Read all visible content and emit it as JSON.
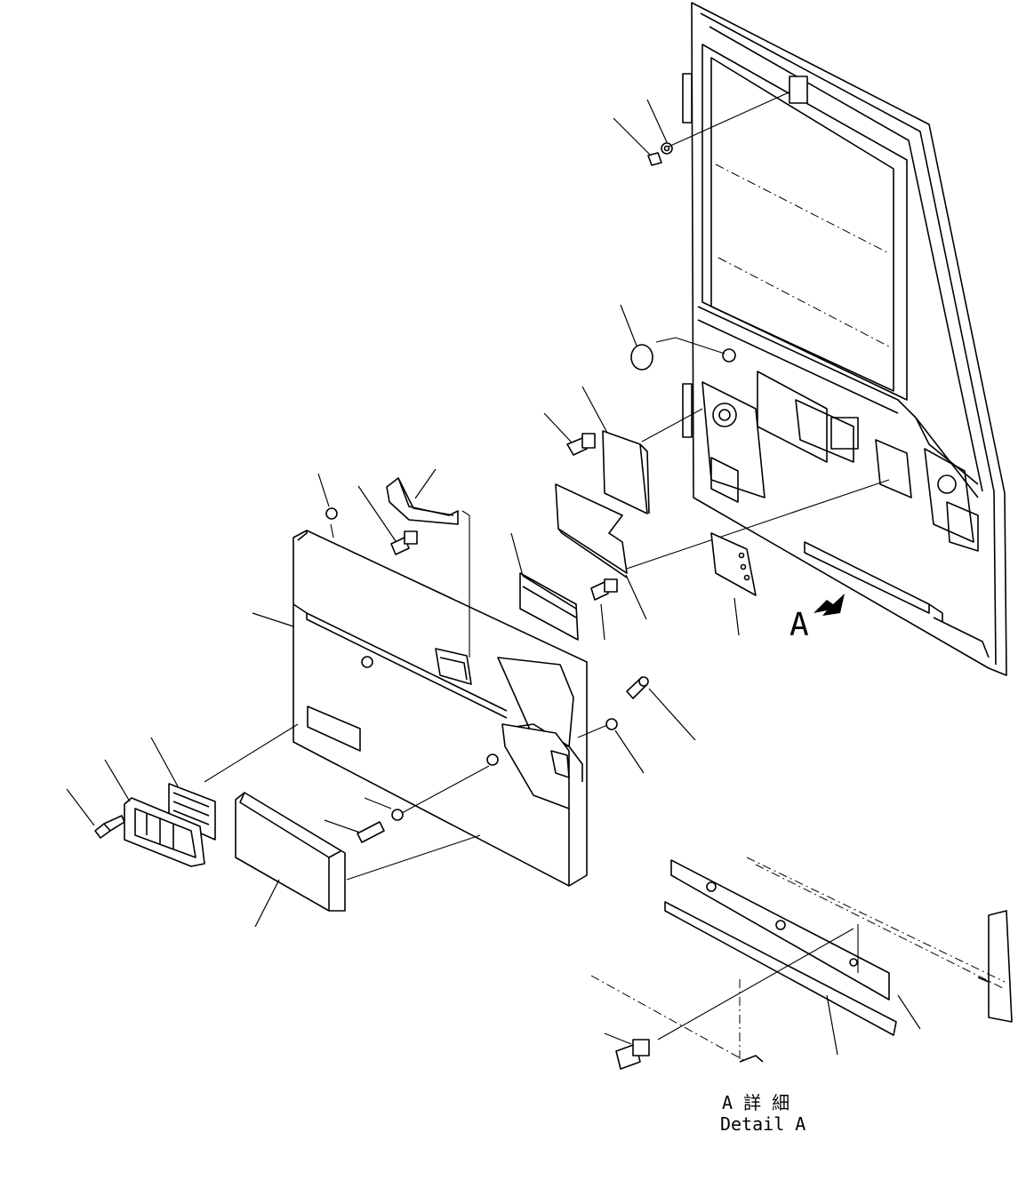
{
  "view_arrow": {
    "label": "A"
  },
  "detail": {
    "title_jp": "A 詳 細",
    "title_en": "Detail A"
  }
}
